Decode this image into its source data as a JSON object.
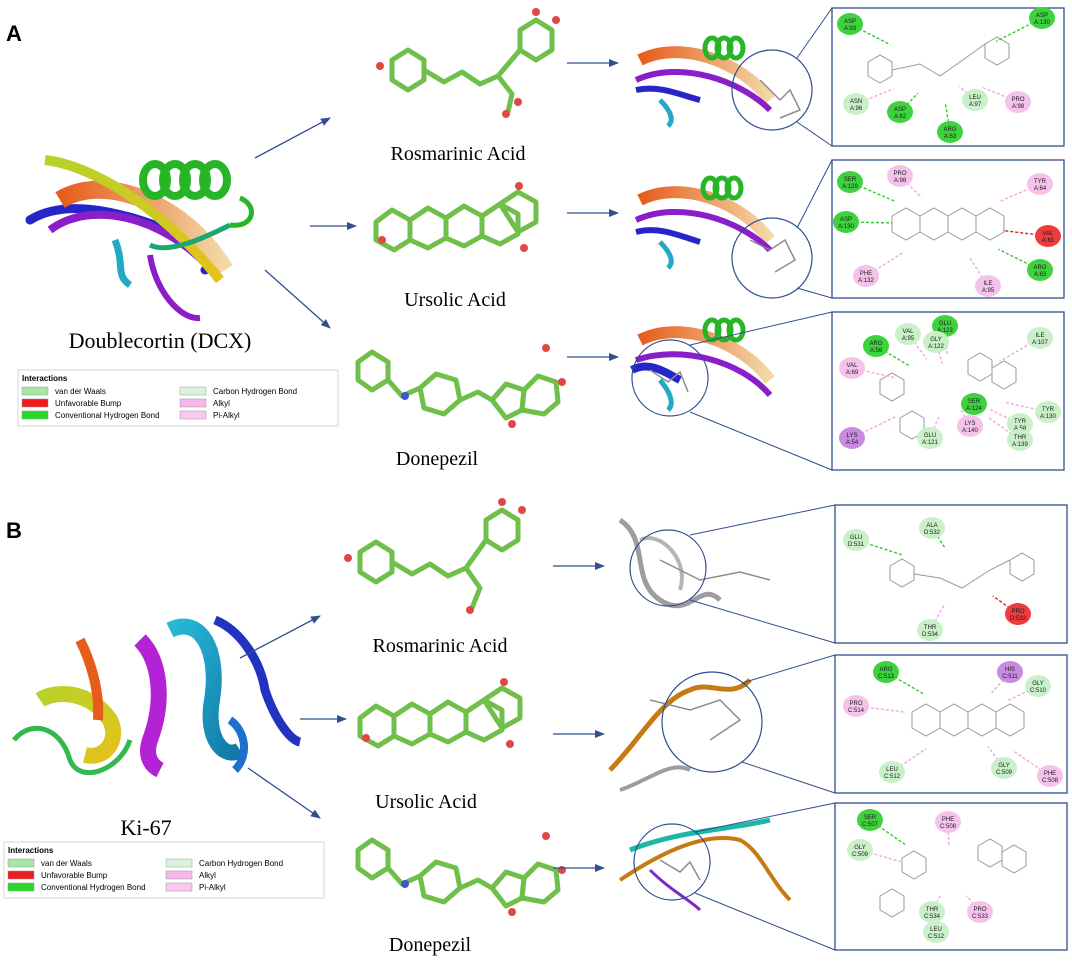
{
  "panels": [
    {
      "letter": "A",
      "protein": "Doublecortin (DCX)",
      "ligands": [
        "Rosmarinic Acid",
        "Ursolic Acid",
        "Donepezil"
      ],
      "legend": {
        "title": "Interactions",
        "items": [
          {
            "label": "van der Waals",
            "color": "#a6e8a3"
          },
          {
            "label": "Unfavorable Bump",
            "color": "#ee1c1c"
          },
          {
            "label": "Conventional Hydrogen Bond",
            "color": "#27d827"
          },
          {
            "label": "Carbon Hydrogen Bond",
            "color": "#dbf3dc"
          },
          {
            "label": "Alkyl",
            "color": "#f5b8e8"
          },
          {
            "label": "Pi-Alkyl",
            "color": "#f8c8ef"
          }
        ]
      },
      "residues": [
        [
          "ASP A:93",
          "ASP A:130",
          "ASN A:96",
          "ASP A:62",
          "LEU A:97",
          "PRO A:98",
          "ARG A:63"
        ],
        [
          "SER A:129",
          "PRO A:98",
          "TYR A:64",
          "ASP A:130",
          "VAL A:61",
          "PHE A:132",
          "ILE A:95",
          "ARG A:63"
        ],
        [
          "GLU A:123",
          "VAL A:95",
          "GLY A:122",
          "ARG A:56",
          "ILE A:107",
          "VAL A:69",
          "SER A:124",
          "GLU A:121",
          "LYS A:140",
          "TYR A:58",
          "TYR A:130",
          "THR A:139",
          "LYS A:54"
        ]
      ]
    },
    {
      "letter": "B",
      "protein": "Ki-67",
      "ligands": [
        "Rosmarinic Acid",
        "Ursolic Acid",
        "Donepezil"
      ],
      "legend": {
        "title": "Interactions",
        "items": [
          {
            "label": "van der Waals",
            "color": "#a6e8a3"
          },
          {
            "label": "Unfavorable Bump",
            "color": "#ee1c1c"
          },
          {
            "label": "Conventional Hydrogen Bond",
            "color": "#27d827"
          },
          {
            "label": "Carbon Hydrogen Bond",
            "color": "#dbf3dc"
          },
          {
            "label": "Alkyl",
            "color": "#f5b8e8"
          },
          {
            "label": "Pi-Alkyl",
            "color": "#f8c8ef"
          }
        ]
      },
      "residues": [
        [
          "GLU D:531",
          "ALA D:532",
          "PRO D:533",
          "THR D:534"
        ],
        [
          "ARG C:513",
          "HIS C:511",
          "GLY C:510",
          "PRO C:514",
          "LEU C:512",
          "GLY C:509",
          "PHE C:508"
        ],
        [
          "SER C:507",
          "PHE C:508",
          "GLY C:509",
          "THR C:534",
          "PRO C:533",
          "LEU C:512"
        ]
      ]
    }
  ]
}
